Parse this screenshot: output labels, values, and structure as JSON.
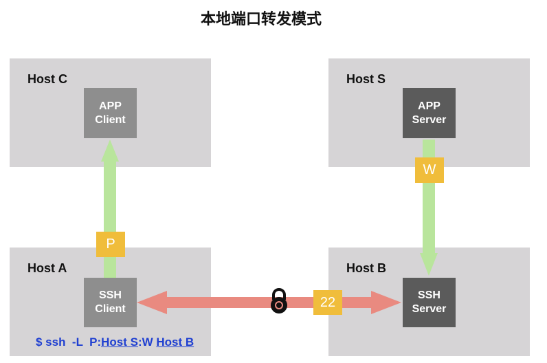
{
  "title": "本地端口转发模式",
  "hosts": {
    "c": {
      "label": "Host C",
      "box_line1": "APP",
      "box_line2": "Client"
    },
    "s": {
      "label": "Host S",
      "box_line1": "APP",
      "box_line2": "Server"
    },
    "a": {
      "label": "Host A",
      "box_line1": "SSH",
      "box_line2": "Client"
    },
    "b": {
      "label": "Host B",
      "box_line1": "SSH",
      "box_line2": "Server"
    }
  },
  "ports": {
    "p": "P",
    "w": "W",
    "ssh": "22"
  },
  "command": {
    "prefix": "$ ssh  -L  P:",
    "host_s": "Host S",
    "sep": ":W ",
    "host_b": "Host B"
  },
  "colors": {
    "host_bg": "#d6d4d6",
    "box_light": "#8e8e8e",
    "box_dark": "#5b5b5b",
    "port": "#f0bd3b",
    "green_arrow": "#b9e59c",
    "red_arrow": "#e98a80",
    "command_text": "#1f3fd1"
  },
  "icons": {
    "lock": "padlock-icon"
  }
}
